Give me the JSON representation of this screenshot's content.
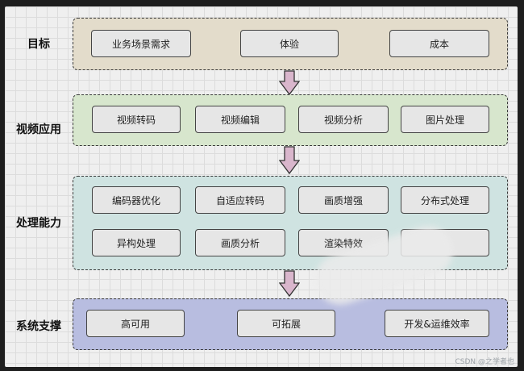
{
  "layers": {
    "goal": {
      "label": "目标",
      "items": [
        "业务场景需求",
        "体验",
        "成本"
      ]
    },
    "app": {
      "label": "视频应用",
      "items": [
        "视频转码",
        "视频编辑",
        "视频分析",
        "图片处理"
      ]
    },
    "processing": {
      "label": "处理能力",
      "items": [
        "编码器优化",
        "自适应转码",
        "画质增强",
        "分布式处理",
        "异构处理",
        "画质分析",
        "渲染特效",
        ""
      ]
    },
    "system": {
      "label": "系统支撑",
      "items": [
        "高可用",
        "可拓展",
        "开发&运维效率"
      ]
    }
  },
  "watermark": "CSDN @之学者也",
  "colors": {
    "goal_bg": "#e3dccb",
    "app_bg": "#d7e6cd",
    "processing_bg": "#cfe3e1",
    "system_bg": "#b8bde0",
    "arrow_fill": "#d9b6cc"
  }
}
